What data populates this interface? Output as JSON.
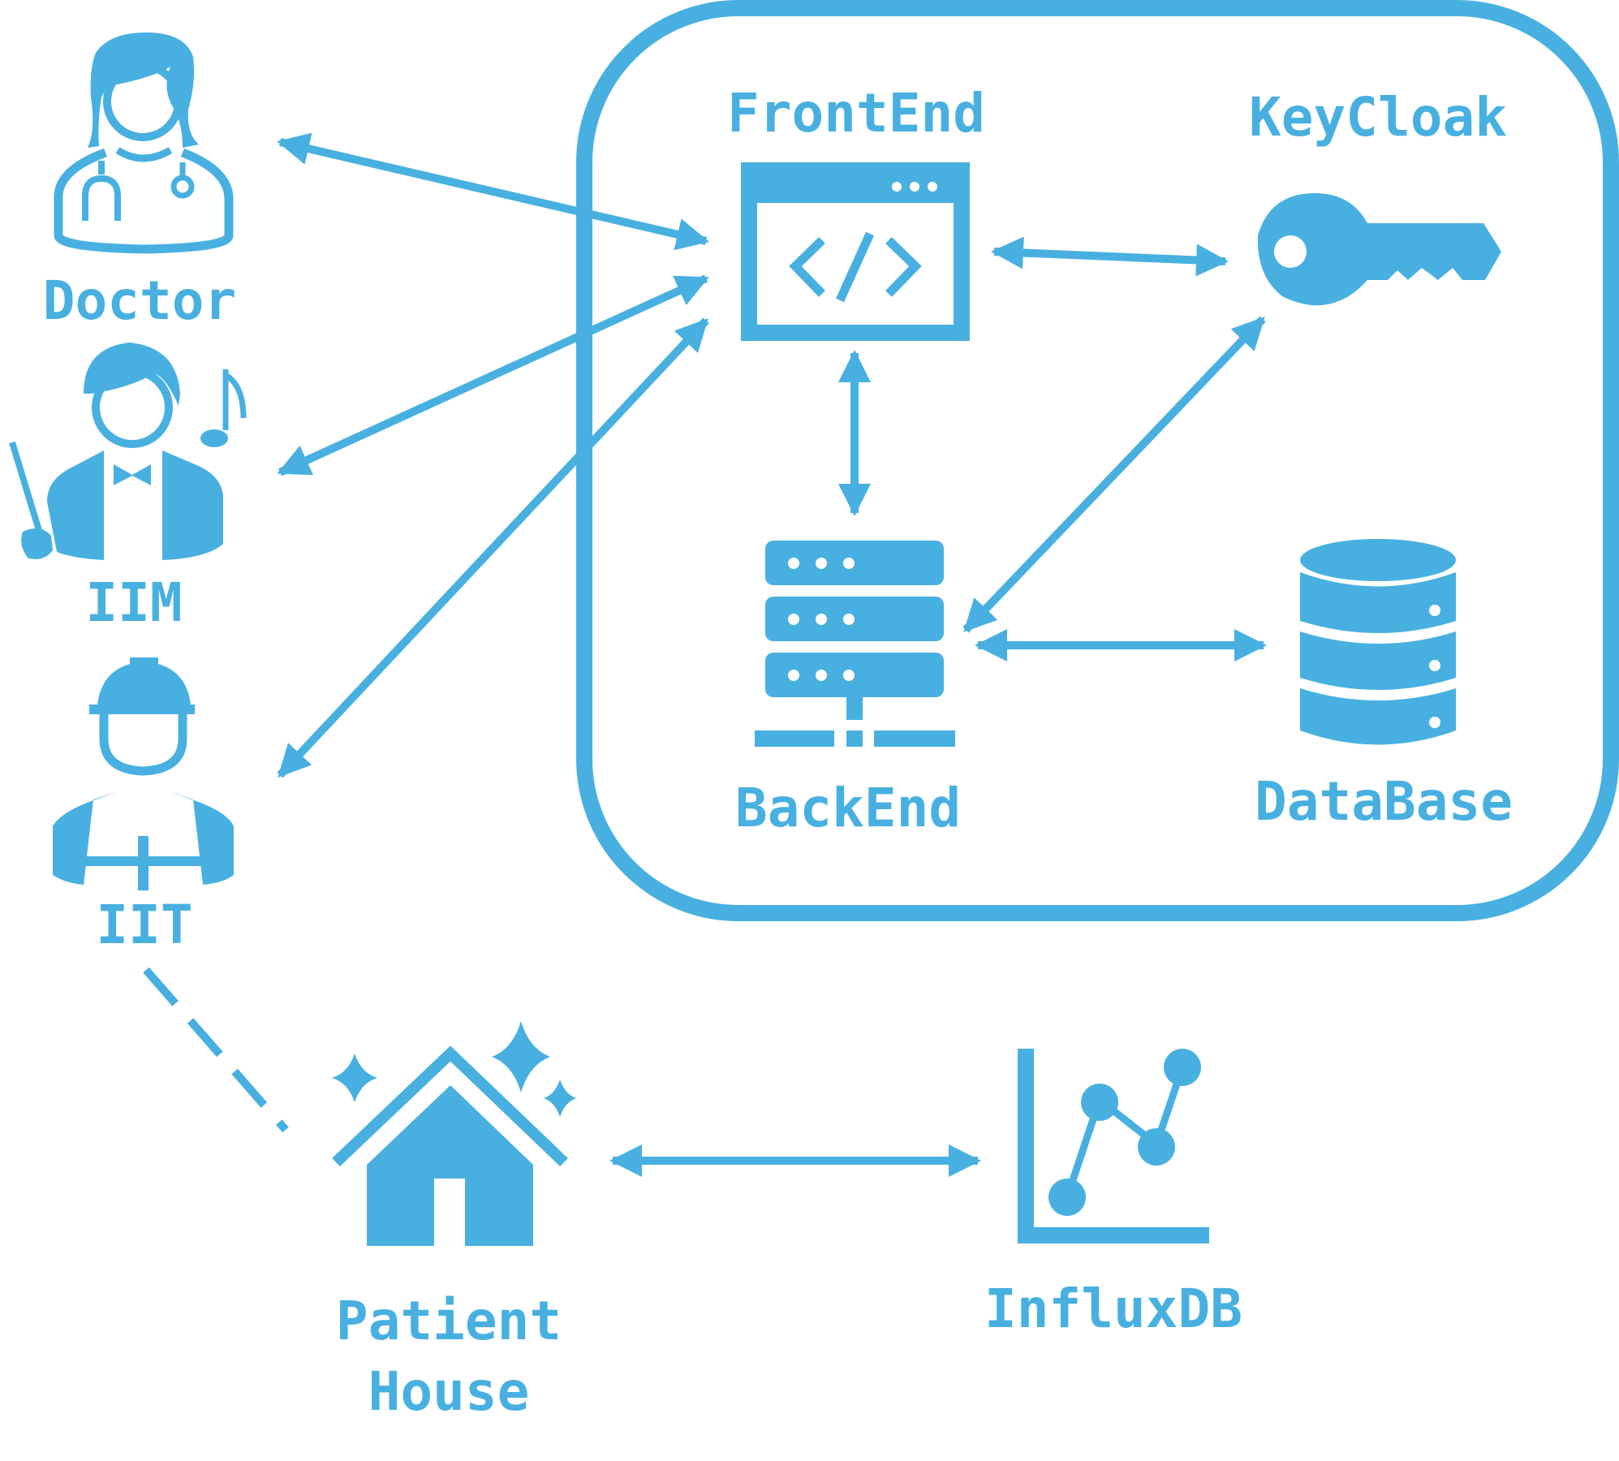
{
  "colors": {
    "accent": "#48b0e0",
    "background": "#ffffff"
  },
  "nodes": {
    "doctor": {
      "label": "Doctor",
      "icon": "doctor-icon"
    },
    "iim": {
      "label": "IIM",
      "icon": "conductor-icon"
    },
    "iit": {
      "label": "IIT",
      "icon": "engineer-icon"
    },
    "frontend": {
      "label": "FrontEnd",
      "icon": "code-window-icon"
    },
    "keycloak": {
      "label": "KeyCloak",
      "icon": "key-icon"
    },
    "backend": {
      "label": "BackEnd",
      "icon": "server-icon"
    },
    "database": {
      "label": "DataBase",
      "icon": "database-icon"
    },
    "patient_house": {
      "label_line1": "Patient",
      "label_line2": "House",
      "icon": "house-icon"
    },
    "influxdb": {
      "label": "InfluxDB",
      "icon": "line-chart-icon"
    }
  },
  "connections": [
    {
      "from": "doctor",
      "to": "frontend",
      "style": "bidirectional"
    },
    {
      "from": "iim",
      "to": "frontend",
      "style": "bidirectional"
    },
    {
      "from": "iit",
      "to": "frontend",
      "style": "bidirectional"
    },
    {
      "from": "frontend",
      "to": "keycloak",
      "style": "bidirectional"
    },
    {
      "from": "frontend",
      "to": "backend",
      "style": "bidirectional"
    },
    {
      "from": "backend",
      "to": "keycloak",
      "style": "bidirectional"
    },
    {
      "from": "backend",
      "to": "database",
      "style": "bidirectional"
    },
    {
      "from": "patient_house",
      "to": "influxdb",
      "style": "bidirectional"
    },
    {
      "from": "iit",
      "to": "patient_house",
      "style": "dashed"
    }
  ]
}
